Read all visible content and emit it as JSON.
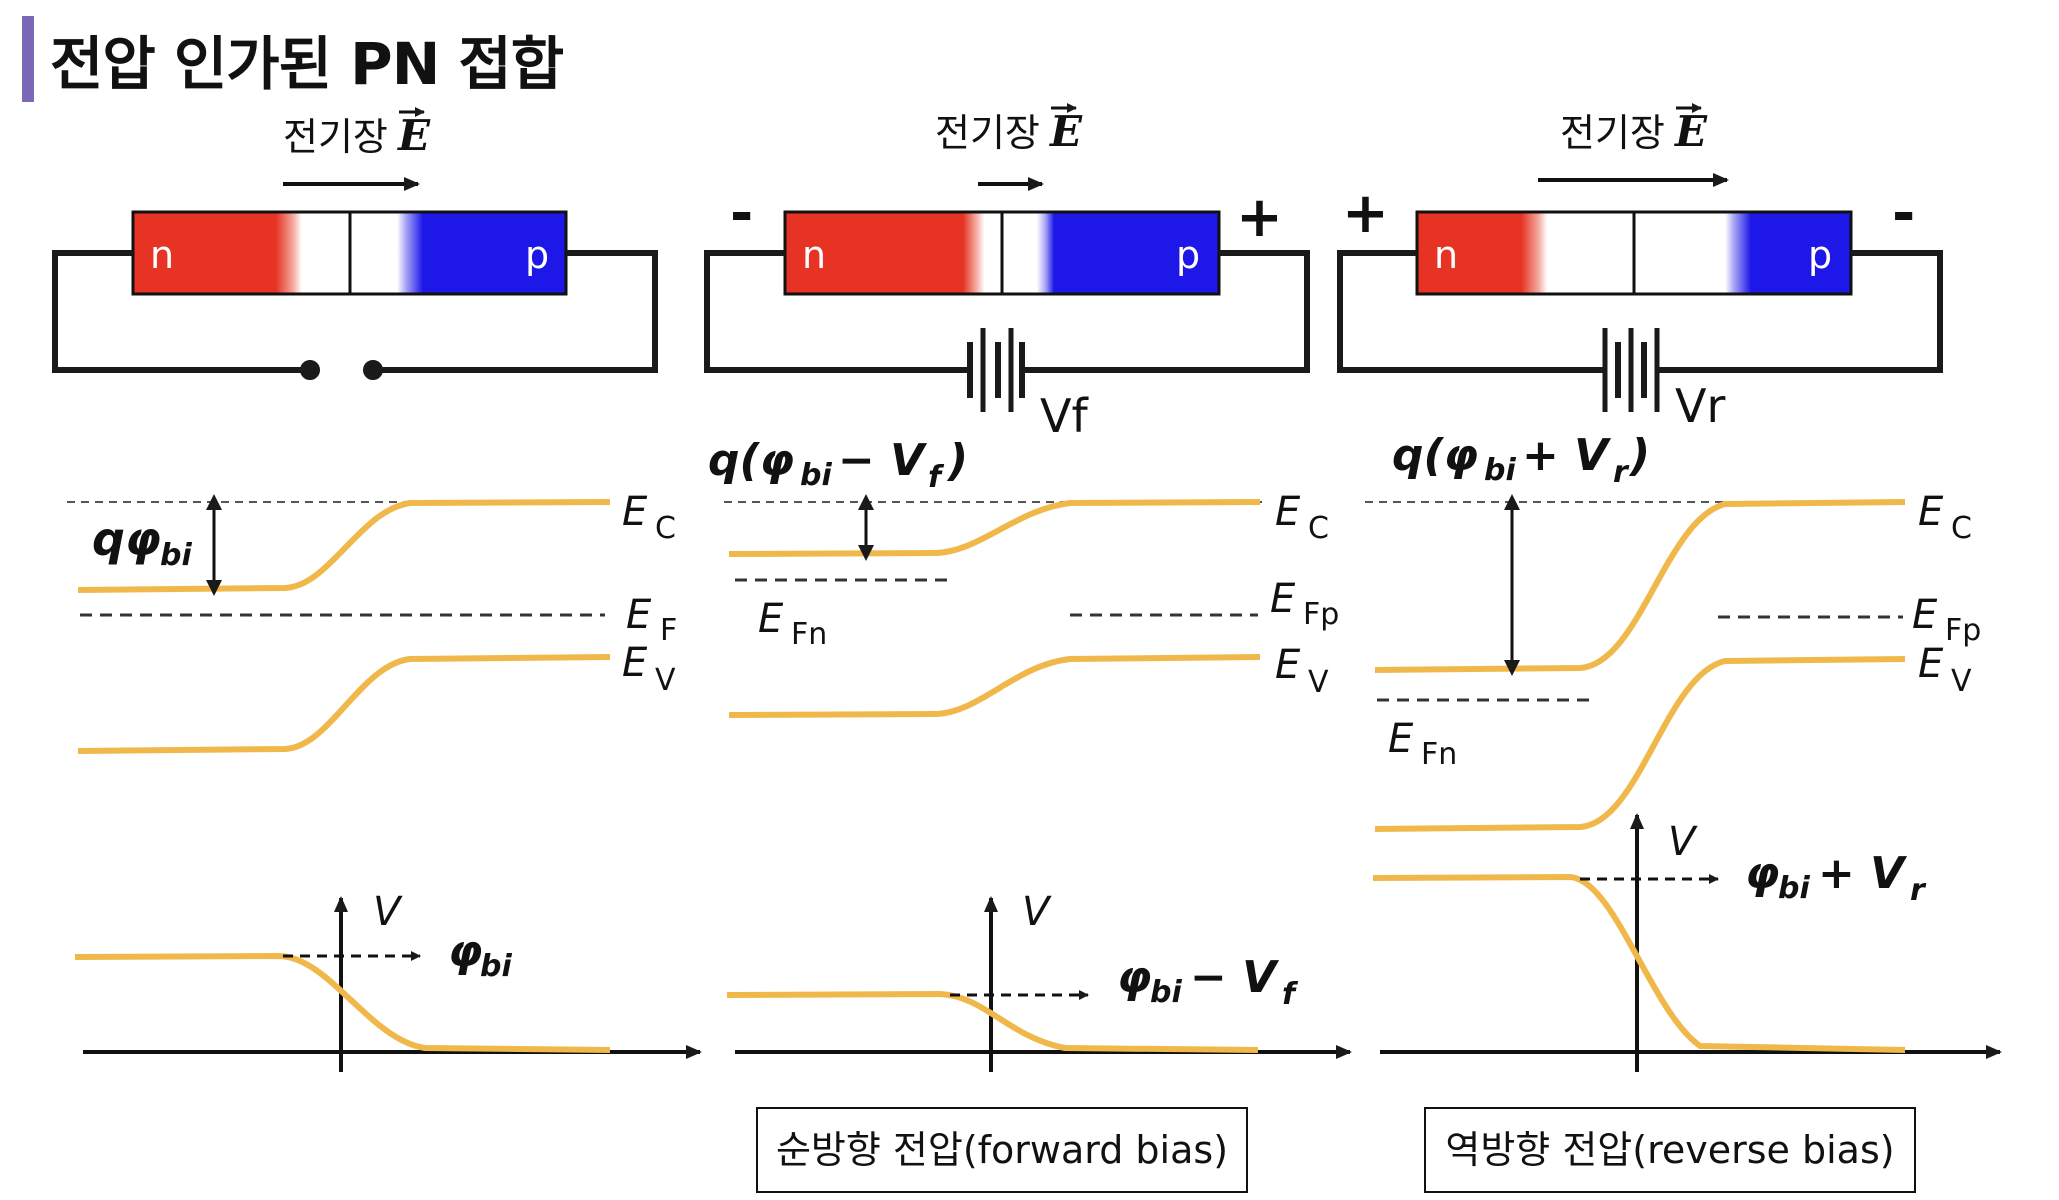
{
  "title": "전압 인가된 PN 접합",
  "colors": {
    "accent_bar": "#7b68b8",
    "n_region": "#e63323",
    "p_region": "#1d17e8",
    "band_curve": "#f0b84a",
    "wire": "#1a1a1a"
  },
  "labels": {
    "field": "전기장",
    "field_symbol": "E",
    "n": "n",
    "p": "p",
    "Vf": "Vf",
    "Vr": "Vr",
    "minus": "-",
    "plus": "+",
    "Ec_E": "E",
    "Ec_sub": "C",
    "EF_E": "E",
    "EF_sub": "F",
    "Ev_E": "E",
    "Ev_sub": "V",
    "EFn_E": "E",
    "EFn_sub": "Fn",
    "EFp_E": "E",
    "EFp_sub": "Fp",
    "V": "V",
    "q_phi_bi": "qφ",
    "bi": "bi",
    "q_forward": "q(φ",
    "q_forward_tail": " − V",
    "sub_f": "f",
    "close_paren": ")",
    "q_reverse": "q(φ",
    "q_reverse_tail": " + V",
    "sub_r": "r",
    "phi": "φ",
    "minus_Vf": " − V",
    "plus_Vr": " + V"
  },
  "captions": {
    "forward": "순방향 전압(forward bias)",
    "reverse": "역방향 전압(reverse bias)"
  }
}
